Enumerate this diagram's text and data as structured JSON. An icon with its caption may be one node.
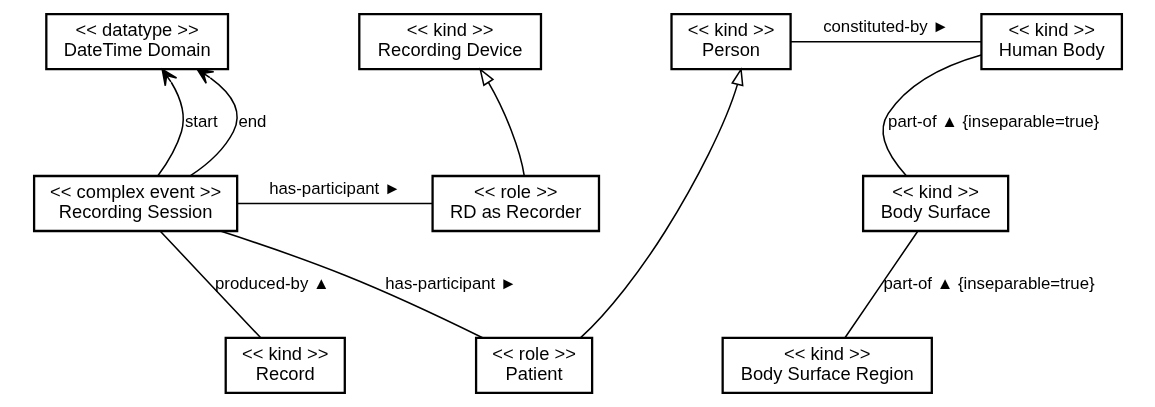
{
  "diagram": {
    "nodes": [
      {
        "text": [
          "<< datatype >>",
          "DateTime Domain"
        ]
      },
      {
        "text": [
          "<< kind >>",
          "Recording Device"
        ]
      },
      {
        "text": [
          "<< kind >>",
          "Person"
        ]
      },
      {
        "text": [
          "<< kind >>",
          "Human Body"
        ]
      },
      {
        "text": [
          "<< complex event >>",
          "Recording Session"
        ]
      },
      {
        "text": [
          "<< role >>",
          "RD as Recorder"
        ]
      },
      {
        "text": [
          "<< kind >>",
          "Body Surface"
        ]
      },
      {
        "text": [
          "<< kind >>",
          "Record"
        ]
      },
      {
        "text": [
          "<< role >>",
          "Patient"
        ]
      },
      {
        "text": [
          "<< kind >>",
          "Body Surface Region"
        ]
      }
    ],
    "edges": [
      {
        "from": 4,
        "to": 0,
        "arrow": "to",
        "label": "start"
      },
      {
        "from": 4,
        "to": 0,
        "arrow": "to",
        "label": "end"
      },
      {
        "from": 4,
        "to": 5,
        "arrow": "none",
        "label": "has-participant ►"
      },
      {
        "from": 5,
        "to": 1,
        "arrow": "to"
      },
      {
        "from": 2,
        "to": 3,
        "arrow": "none",
        "label": "constituted-by ►"
      },
      {
        "from": 8,
        "to": 2,
        "arrow": "to"
      },
      {
        "from": 3,
        "to": 6,
        "arrow": "none",
        "label": "part-of ▲ {inseparable=true}"
      },
      {
        "from": 4,
        "to": 8,
        "arrow": "none",
        "label": "has-participant ►"
      },
      {
        "from": 4,
        "to": 7,
        "arrow": "none",
        "label": "produced-by ▲"
      },
      {
        "from": 6,
        "to": 9,
        "arrow": "none",
        "label": "part-of ▲ {inseparable=true}"
      }
    ]
  }
}
